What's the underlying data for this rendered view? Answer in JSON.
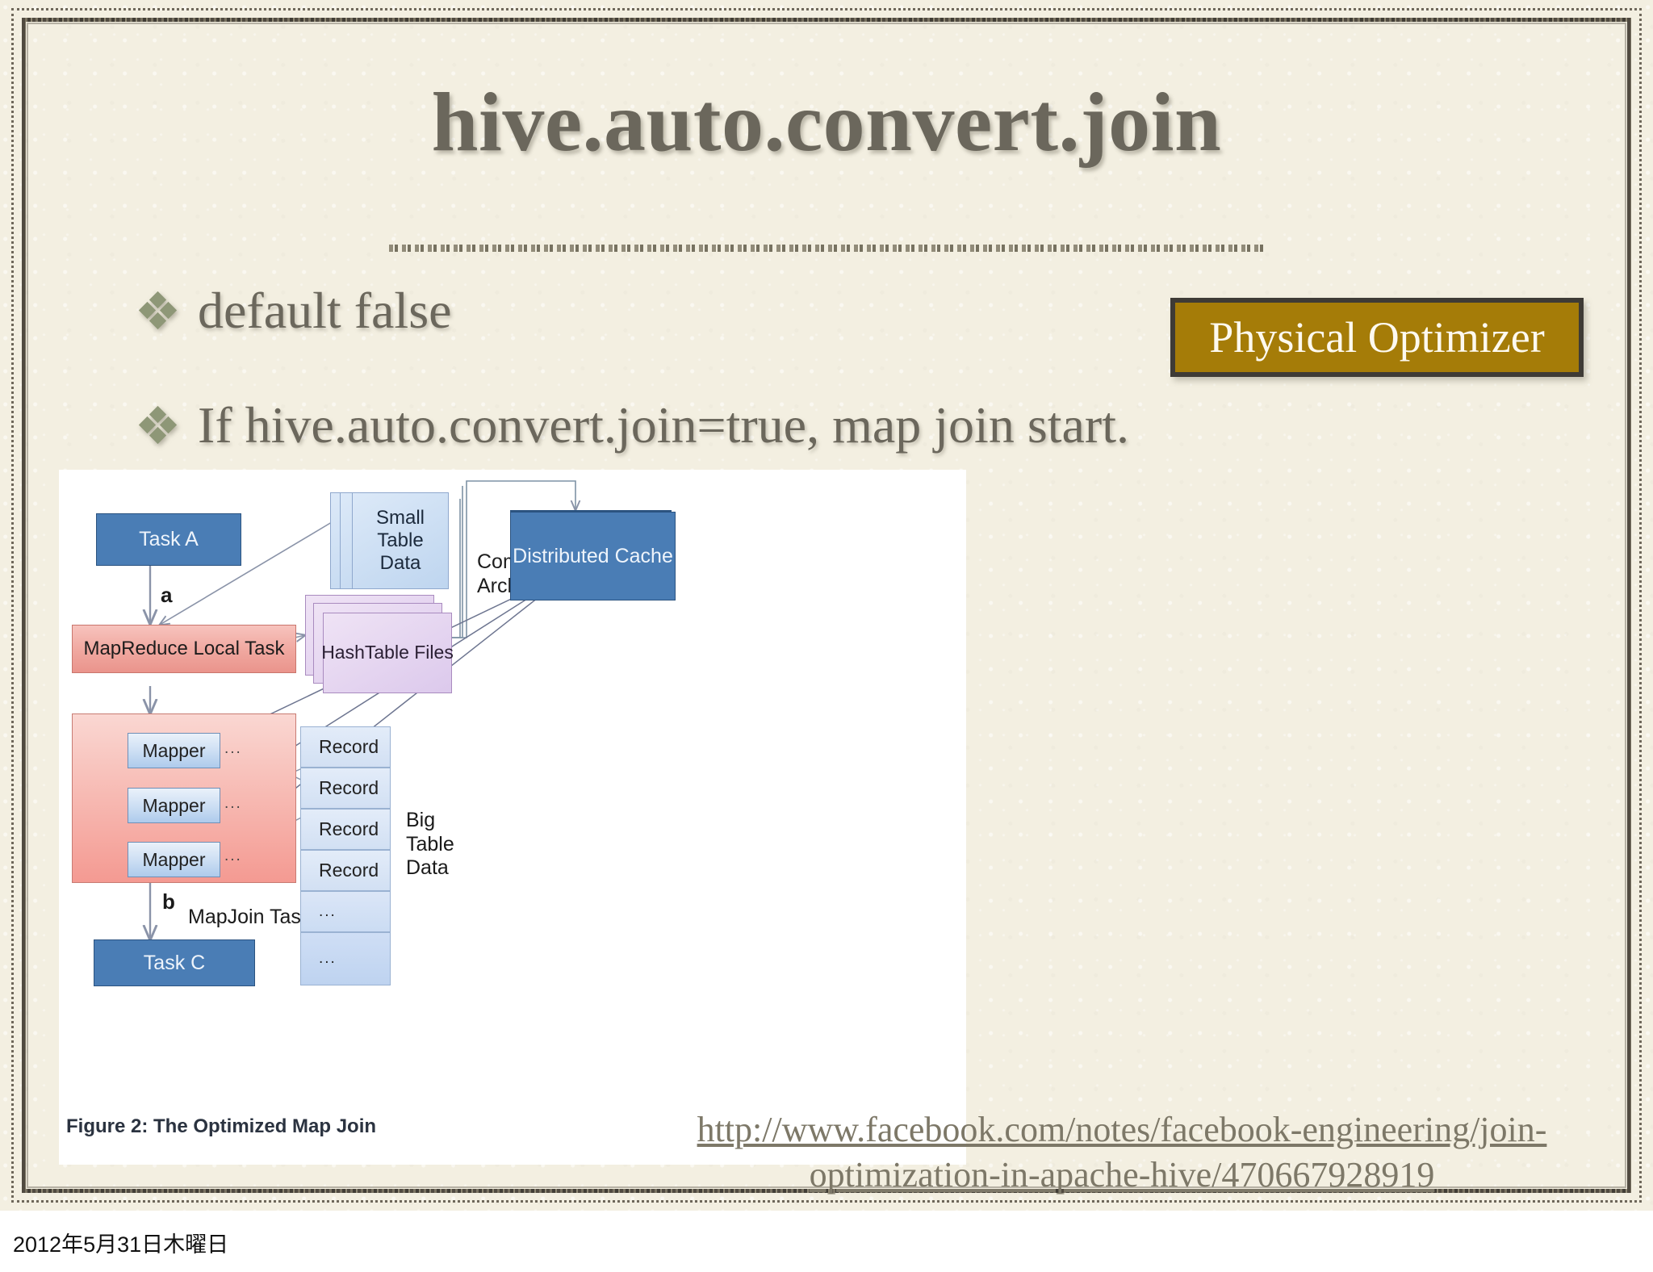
{
  "slide": {
    "title": "hive.auto.convert.join",
    "bullets": [
      {
        "text": "default false"
      },
      {
        "text": "If hive.auto.convert.join=true, map join start."
      }
    ],
    "callout": {
      "label": "Physical Optimizer"
    },
    "source_url": "http://www.facebook.com/notes/facebook-engineering/join-optimization-in-apache-hive/470667928919"
  },
  "diagram": {
    "caption": "Figure 2: The Optimized Map Join",
    "nodes": {
      "task_a": "Task A",
      "mapreduce_local_task": "MapReduce Local Task",
      "small_table_data": "Small\nTable\nData",
      "hashtable_files": "HashTable Files",
      "distributed_cache": "Distributed Cache",
      "task_c": "Task C",
      "mapper_1": "Mapper",
      "mapper_2": "Mapper",
      "mapper_3": "Mapper"
    },
    "labels": {
      "edge_a": "a",
      "edge_b": "b",
      "compressed_archived": "Compressed &\nArchived",
      "mapjoin_task": "MapJoin Task",
      "big_table_data": "Big\nTable\nData",
      "ellipsis_1": "...",
      "ellipsis_2": "...",
      "ellipsis_3": "..."
    },
    "records": [
      "Record",
      "Record",
      "Record",
      "Record",
      "...",
      "..."
    ],
    "colors": {
      "task_blue": "#4a7db5",
      "pink": "#f0a79f",
      "mapper_blue": "#cfe0f4",
      "hashtable_purple": "#dcc9ec",
      "record_blue": "#d2e0f3"
    }
  },
  "footer": {
    "date": "2012年5月31日木曜日"
  }
}
